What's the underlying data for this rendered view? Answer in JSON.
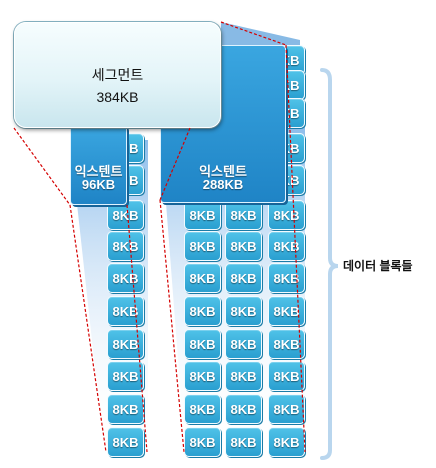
{
  "segment": {
    "name": "세그먼트",
    "size": "384KB"
  },
  "extents": [
    {
      "name": "익스텐트",
      "size": "96KB"
    },
    {
      "name": "익스텐트",
      "size": "288KB"
    }
  ],
  "block_label": "8KB",
  "data_blocks_label": "데이터 블록들",
  "colors": {
    "block": "#2a9fd0",
    "extent": "#1f84c6",
    "segment": "#e3f4f8",
    "bracket": "#b9d6ee",
    "dashed_line": "#d40000"
  }
}
